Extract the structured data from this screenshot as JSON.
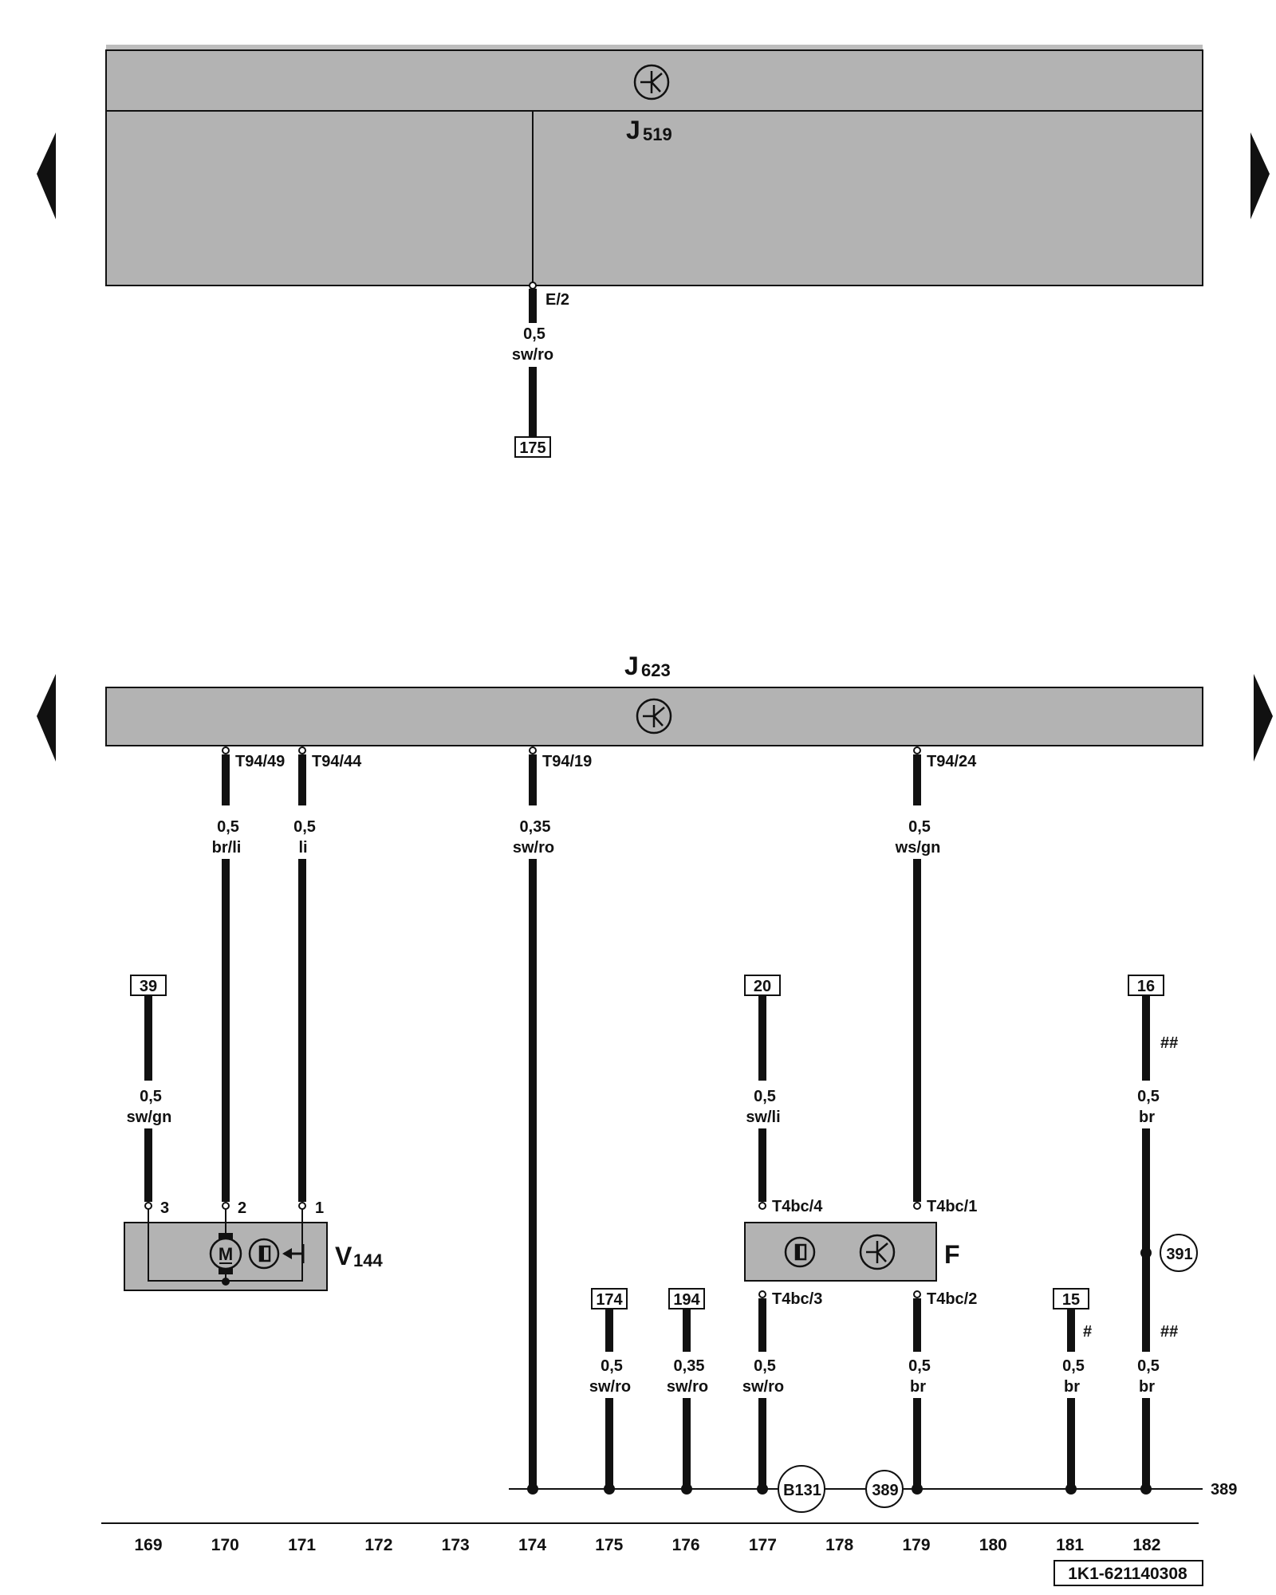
{
  "modules": {
    "j519_name": "J",
    "j519_sub": "519",
    "j623_name": "J",
    "j623_sub": "623",
    "v144_name": "V",
    "v144_sub": "144",
    "f_name": "F"
  },
  "pins": {
    "e2": "E/2",
    "t94_49": "T94/49",
    "t94_44": "T94/44",
    "t94_19": "T94/19",
    "t94_24": "T94/24",
    "v144_3": "3",
    "v144_2": "2",
    "v144_1": "1",
    "t4bc_4": "T4bc/4",
    "t4bc_1": "T4bc/1",
    "t4bc_3": "T4bc/3",
    "t4bc_2": "T4bc/2"
  },
  "wires": {
    "top_section": "0,5",
    "top_color": "sw/ro",
    "w170_section": "0,5",
    "w170_color": "br/li",
    "w171_section": "0,5",
    "w171_color": "li",
    "w174_section": "0,35",
    "w174_color": "sw/ro",
    "w179_section": "0,5",
    "w179_color": "ws/gn",
    "w169_section": "0,5",
    "w169_color": "sw/gn",
    "w177u_section": "0,5",
    "w177u_color": "sw/li",
    "w182u_section": "0,5",
    "w182u_color": "br",
    "w175_section": "0,5",
    "w175_color": "sw/ro",
    "w176_section": "0,35",
    "w176_color": "sw/ro",
    "w177l_section": "0,5",
    "w177l_color": "sw/ro",
    "w179l_section": "0,5",
    "w179l_color": "br",
    "w181_section": "0,5",
    "w181_color": "br",
    "w182l_section": "0,5",
    "w182l_color": "br"
  },
  "refs": {
    "r175_top": "175",
    "r39": "39",
    "r20": "20",
    "r16": "16",
    "r174": "174",
    "r194": "194",
    "r15": "15"
  },
  "marks": {
    "hash_182_upper": "##",
    "hash_181": "#",
    "hash_182_lower": "##"
  },
  "connectors": {
    "c391": "391",
    "cb131": "B131",
    "c389": "389",
    "ground_label": "389",
    "motor_letter": "M"
  },
  "columns": [
    "169",
    "170",
    "171",
    "172",
    "173",
    "174",
    "175",
    "176",
    "177",
    "178",
    "179",
    "180",
    "181",
    "182"
  ],
  "footer": {
    "doc_id": "1K1-621140308"
  },
  "colors": {
    "module_fill": "#b3b3b3",
    "wire": "#111111",
    "background": "#ffffff"
  },
  "icons": [
    "nav-left-arrow-icon",
    "nav-right-arrow-icon",
    "control-unit-icon",
    "motor-icon",
    "sensor-icon",
    "switch-icon"
  ]
}
